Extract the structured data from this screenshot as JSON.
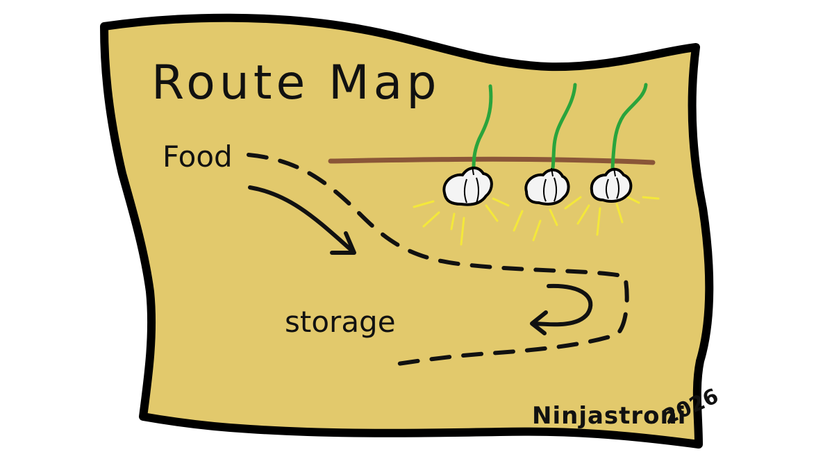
{
  "map": {
    "title": "Route Map",
    "labels": {
      "food": "Food",
      "storage": "storage"
    },
    "signature": "Ninjastroni",
    "year": "2026",
    "plant_count": 3
  },
  "colors": {
    "paper": "#E2C96C",
    "outline": "#000000",
    "soil_line": "#8A5638",
    "stem": "#2AA43C",
    "bulb": "#F4F4F4",
    "glow": "#F4E83A",
    "ink": "#111111"
  }
}
